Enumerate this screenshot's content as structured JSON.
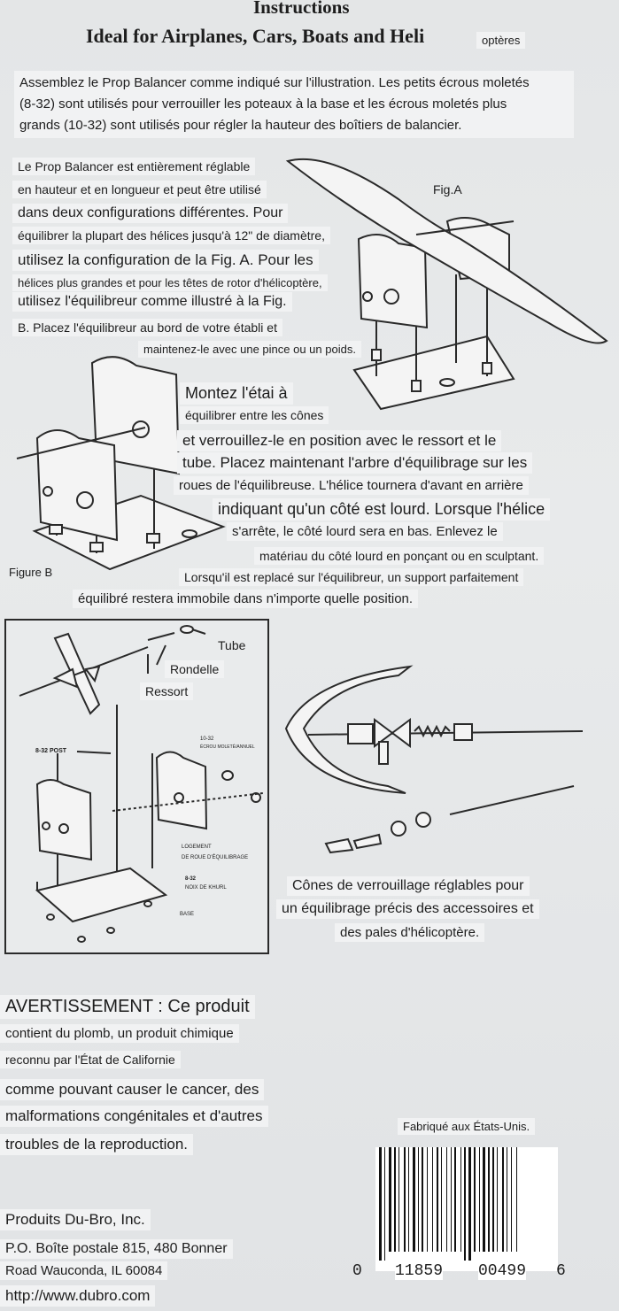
{
  "header": {
    "title": "Instructions",
    "subtitle_main": "Ideal for Airplanes, Cars, Boats and Heli",
    "subtitle_tail": "optères"
  },
  "intro": {
    "line1": "Assemblez le Prop Balancer comme indiqué sur l'illustration. Les petits écrous moletés",
    "line2": "(8-32) sont utilisés pour verrouiller les poteaux à la base et les écrous moletés plus",
    "line3": "grands (10-32) sont utilisés pour régler la hauteur des boîtiers de balancier."
  },
  "section_a": {
    "lines": [
      "Le Prop Balancer est entièrement réglable",
      "en hauteur et en longueur et peut être utilisé",
      "dans deux configurations différentes. Pour",
      "équilibrer la plupart des hélices jusqu'à 12\" de diamètre,",
      "utilisez la configuration de la Fig. A. Pour les",
      "hélices plus grandes et pour les têtes de rotor d'hélicoptère,",
      "utilisez l'équilibreur comme illustré à la Fig.",
      "B. Placez l'équilibreur au bord de votre établi et",
      "maintenez-le avec une pince ou un poids."
    ],
    "fig_label": "Fig.A"
  },
  "section_b": {
    "lines": [
      "Montez l'étai à",
      "équilibrer entre les cônes",
      "et verrouillez-le en position avec le ressort et le",
      "tube. Placez maintenant l'arbre d'équilibrage sur les",
      "roues de l'équilibreuse. L'hélice tournera d'avant en arrière",
      "indiquant qu'un côté est lourd. Lorsque l'hélice",
      "s'arrête, le côté lourd sera en bas. Enlevez le",
      "matériau du côté lourd en ponçant ou en sculptant.",
      "Lorsqu'il est replacé sur l'équilibreur, un support parfaitement",
      "équilibré restera immobile dans n'importe quelle position."
    ],
    "fig_label": "Figure B"
  },
  "exploded": {
    "tube": "Tube",
    "rondelle": "Rondelle",
    "ressort": "Ressort",
    "post": "8-32 POST",
    "nut_10_32": "10-32",
    "nut_10_32_sub": "ÉCROU MOLETÉ/ANNUEL",
    "logement_1": "LOGEMENT",
    "logement_2": "DE ROUE D'ÉQUILIBRAGE",
    "nut_8_32": "8-32",
    "noix": "NOIX DE KHURL",
    "base": "BASE"
  },
  "cones": {
    "line1": "Cônes de verrouillage réglables pour",
    "line2": "un équilibrage précis des accessoires et",
    "line3": "des pales d'hélicoptère."
  },
  "warning": {
    "heading": "AVERTISSEMENT : Ce produit",
    "lines": [
      "contient du plomb, un produit chimique",
      "reconnu par l'État de Californie",
      "comme pouvant causer le cancer, des",
      "malformations congénitales et d'autres",
      "troubles de la reproduction."
    ]
  },
  "made_in": "Fabriqué aux États-Unis.",
  "company": {
    "name": "Produits Du-Bro, Inc.",
    "address1": "P.O. Boîte postale 815, 480 Bonner",
    "address2": "Road Wauconda, IL 60084",
    "url": "http://www.dubro.com"
  },
  "barcode": {
    "left": "0",
    "group1": "11859",
    "group2": "00499",
    "right": "6"
  }
}
